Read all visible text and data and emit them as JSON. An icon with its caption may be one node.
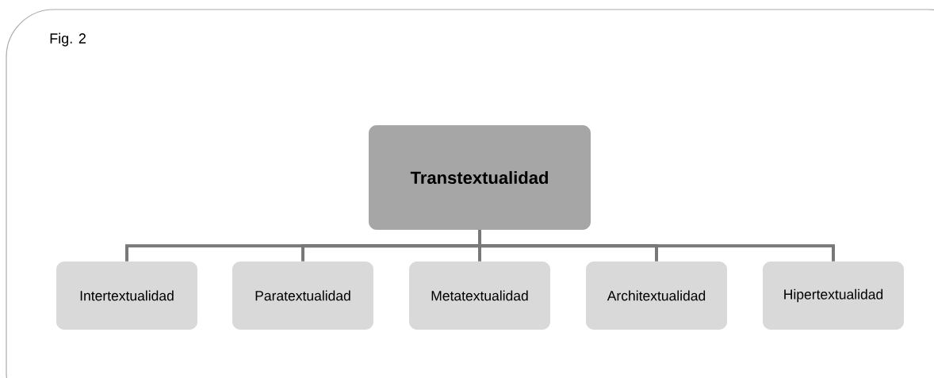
{
  "diagram": {
    "nodes": [
      {
        "text": [
          "Transtextualidad"
        ]
      },
      {
        "text": [
          "Intertextualidad"
        ]
      },
      {
        "text": [
          "Paratextualidad"
        ]
      },
      {
        "text": [
          "Metatextualidad"
        ]
      },
      {
        "text": [
          "Architextualidad"
        ]
      },
      {
        "text": [
          "Hipertextualidad"
        ]
      }
    ],
    "edges": [
      {
        "from": 0,
        "to": 1,
        "arrow": "none"
      },
      {
        "from": 0,
        "to": 2,
        "arrow": "none"
      },
      {
        "from": 0,
        "to": 3,
        "arrow": "none"
      },
      {
        "from": 0,
        "to": 4,
        "arrow": "none"
      },
      {
        "from": 0,
        "to": 5,
        "arrow": "none"
      }
    ],
    "labels": [
      "Fig. 2"
    ]
  }
}
